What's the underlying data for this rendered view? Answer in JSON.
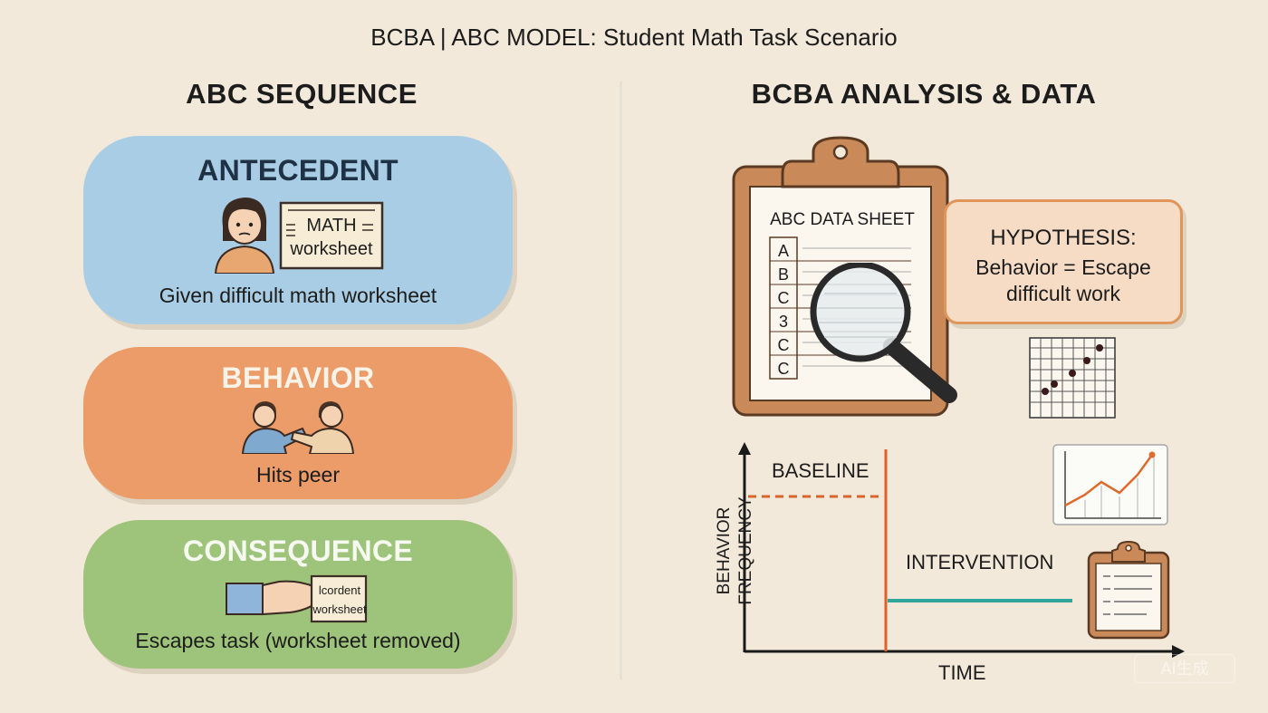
{
  "header": {
    "title": "BCBA | ABC MODEL: Student Math Task Scenario"
  },
  "left": {
    "heading": "ABC SEQUENCE",
    "antecedent": {
      "title": "ANTECEDENT",
      "worksheet_line1": "MATH",
      "worksheet_line2": "worksheet",
      "description": "Given difficult math worksheet"
    },
    "behavior": {
      "title": "BEHAVIOR",
      "description": "Hits peer"
    },
    "consequence": {
      "title": "CONSEQUENCE",
      "worksheet_line1": "lcordent",
      "worksheet_line2": "worksheet",
      "description": "Escapes task (worksheet removed)"
    }
  },
  "right": {
    "heading": "BCBA ANALYSIS & DATA",
    "datasheet": {
      "title": "ABC DATA SHEET",
      "rows": [
        "A",
        "B",
        "C",
        "3",
        "C",
        "C"
      ]
    },
    "hypothesis": {
      "title": "HYPOTHESIS:",
      "text": "Behavior = Escape difficult work"
    },
    "graph": {
      "ylabel": "BEHAVIOR FREQUENCY",
      "xlabel": "TIME",
      "phase1": "BASELINE",
      "phase2": "INTERVENTION"
    }
  },
  "colors": {
    "background": "#f3e9da",
    "antecedent": "#a9cde4",
    "behavior": "#eb9c68",
    "consequence": "#9ec37a",
    "baseline_line": "#d9652c",
    "phase_line": "#e0602c",
    "intervention_line": "#2fa79a"
  },
  "watermark": "AI生成"
}
